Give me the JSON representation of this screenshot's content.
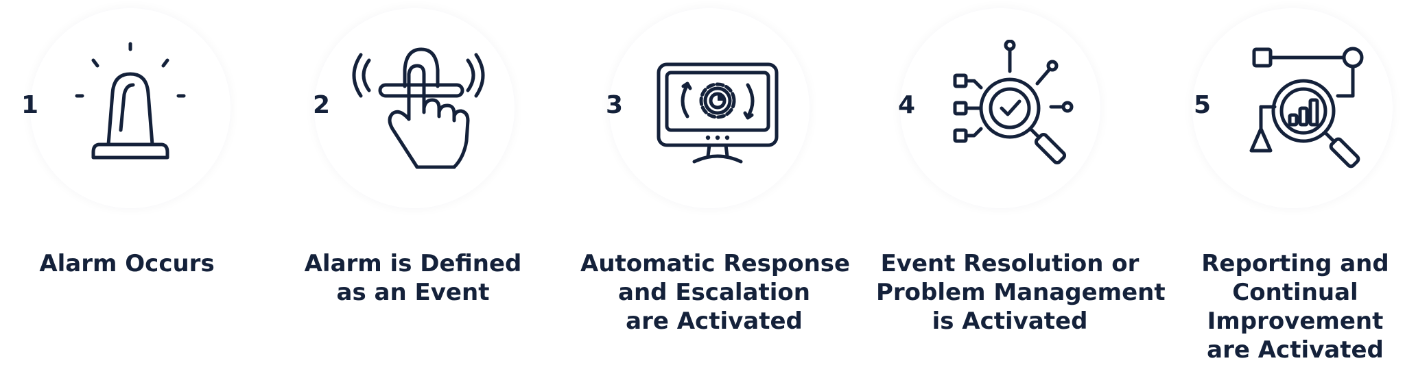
{
  "steps": [
    {
      "number": "1",
      "icon": "alarm-siren-icon",
      "label_lines": [
        "Alarm Occurs"
      ]
    },
    {
      "number": "2",
      "icon": "touch-button-icon",
      "label_lines": [
        "Alarm is Defined",
        "as an Event"
      ]
    },
    {
      "number": "3",
      "icon": "monitor-gear-icon",
      "label_lines": [
        "Automatic Response",
        "and Escalation",
        "are Activated"
      ]
    },
    {
      "number": "4",
      "icon": "magnifier-check-network-icon",
      "label_lines": [
        "Event Resolution or",
        "Problem Management",
        "is Activated"
      ]
    },
    {
      "number": "5",
      "icon": "magnifier-chart-icon",
      "label_lines": [
        "Reporting and",
        "Continual",
        "Improvement",
        "are Activated"
      ]
    }
  ],
  "colors": {
    "text": "#14213a",
    "background": "#ffffff"
  }
}
